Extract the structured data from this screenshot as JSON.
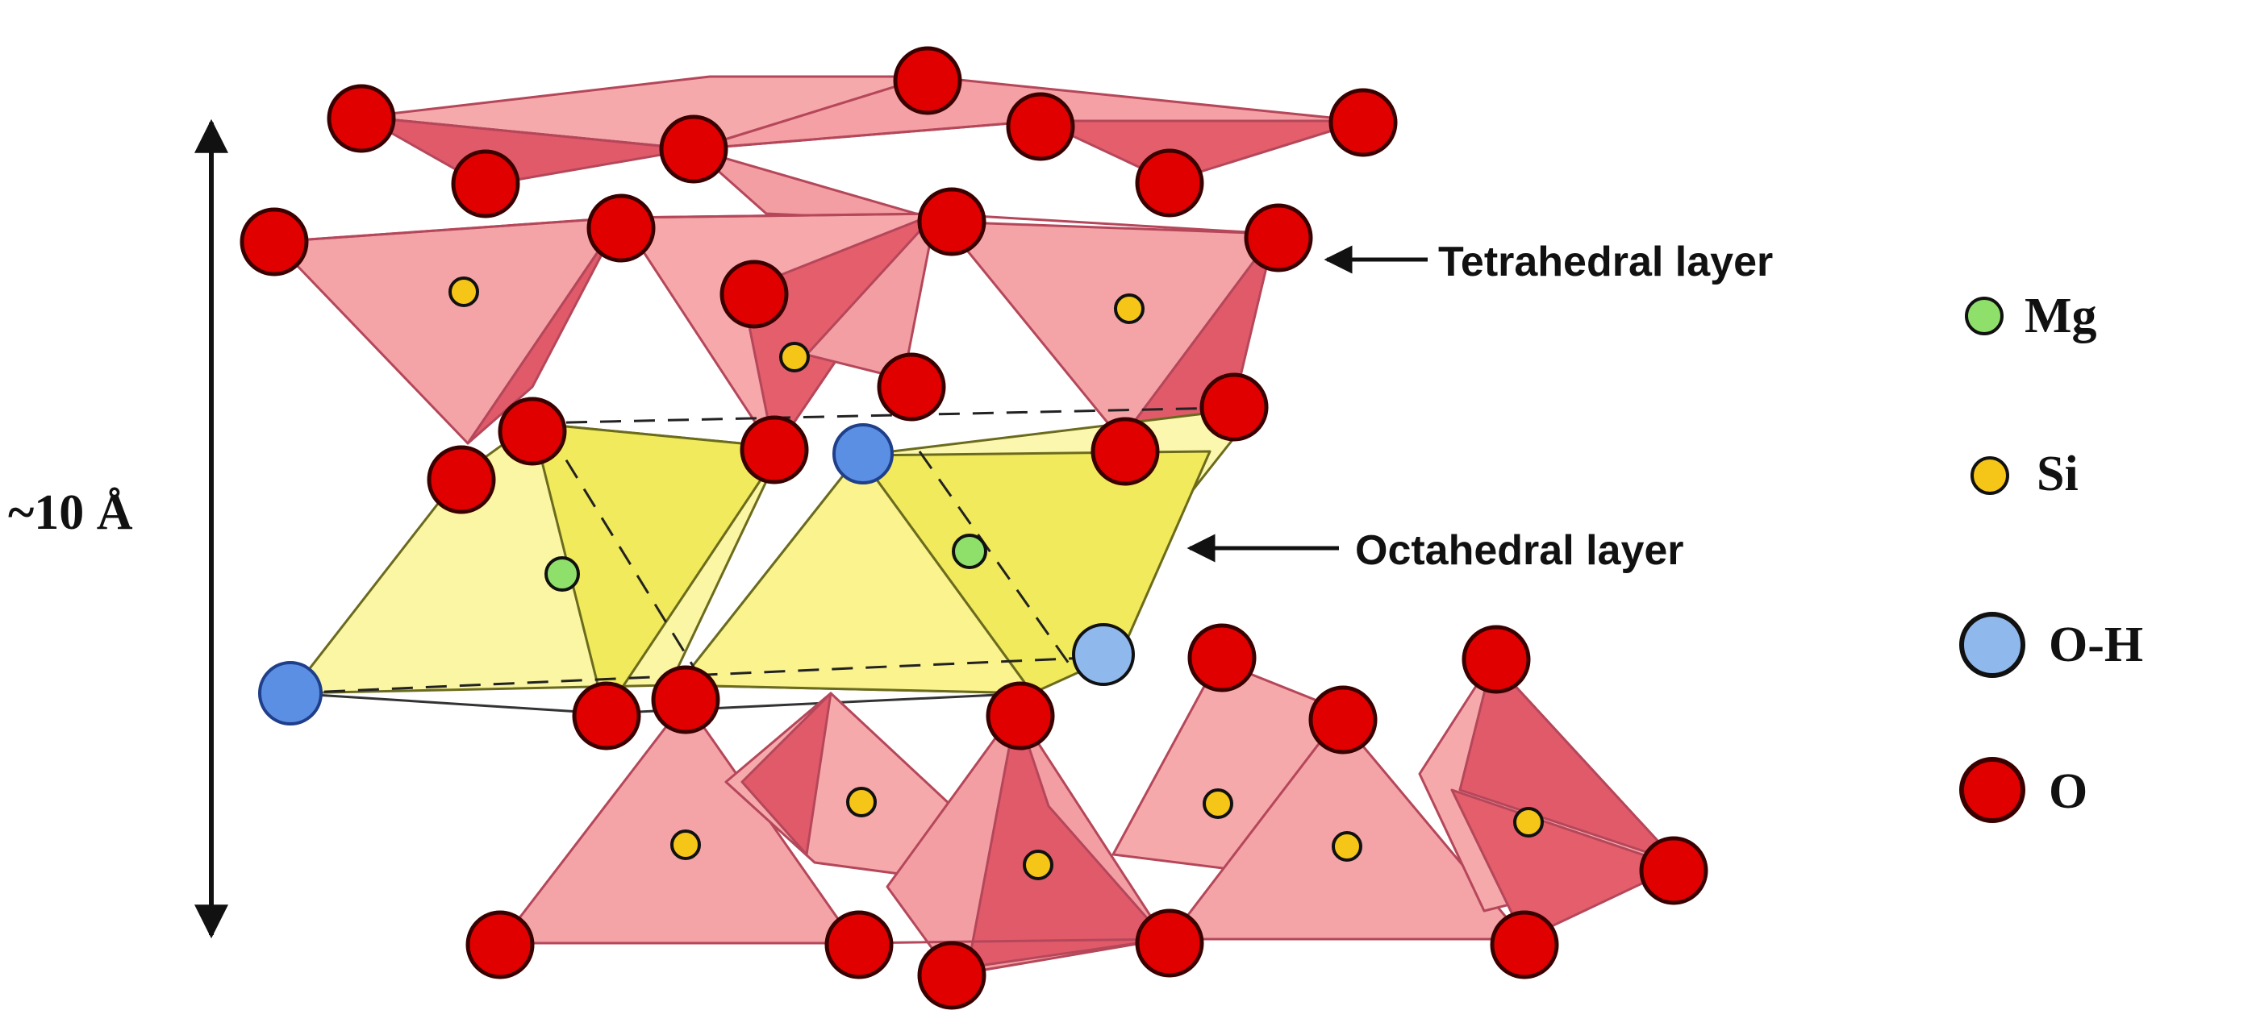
{
  "dimension": {
    "label": "~10 Å"
  },
  "layers": {
    "tetrahedral": {
      "label": "Tetrahedral layer"
    },
    "octahedral": {
      "label": "Octahedral layer"
    }
  },
  "legend": [
    {
      "symbol": "Mg",
      "color": "#8fe06a",
      "icon": "mg-atom-icon"
    },
    {
      "symbol": "Si",
      "color": "#f5c518",
      "icon": "si-atom-icon"
    },
    {
      "symbol": "O-H",
      "color": "#8fb8ec",
      "icon": "oh-group-icon"
    },
    {
      "symbol": "O",
      "color": "#e00000",
      "icon": "o-atom-icon"
    }
  ],
  "colors": {
    "tetra_light": "#f6a9ab",
    "tetra_dark": "#e15a6a",
    "octa_light": "#fbf6a4",
    "octa_dark": "#f0ea5c",
    "oxygen": "#e00000",
    "silicon": "#f5c518",
    "magnesium": "#8fe06a",
    "hydroxyl": "#5b8fe4"
  }
}
